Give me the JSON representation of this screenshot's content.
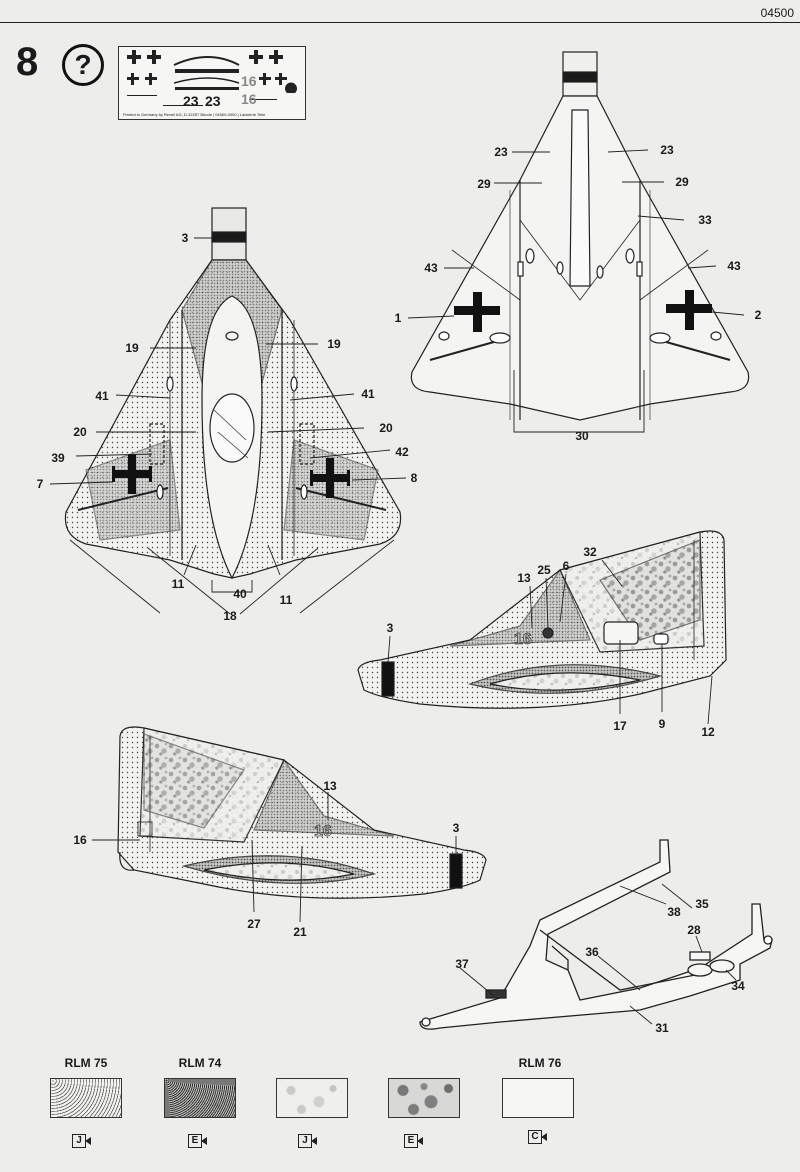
{
  "header": {
    "code": "04500",
    "step": "8",
    "help_symbol": "?"
  },
  "decal_sheet": {
    "numbers": [
      "23",
      "23",
      "16",
      "16"
    ],
    "footer": "Printed in Germany by Revell AG, D-32257 Bünde   |   04500-0000   |   Lackierte Teile"
  },
  "callouts": {
    "top_view": [
      "3",
      "19",
      "19",
      "41",
      "41",
      "20",
      "20",
      "39",
      "42",
      "7",
      "8",
      "11",
      "40",
      "11",
      "18"
    ],
    "bottom_view": [
      "23",
      "23",
      "29",
      "29",
      "33",
      "43",
      "43",
      "1",
      "2",
      "30"
    ],
    "right_side": [
      "32",
      "13",
      "25",
      "6",
      "3",
      "17",
      "9",
      "12"
    ],
    "left_side": [
      "13",
      "16",
      "3",
      "27",
      "21"
    ],
    "trolley": [
      "38",
      "35",
      "28",
      "36",
      "37",
      "34",
      "31"
    ]
  },
  "paint_legend": [
    {
      "label": "RLM 75",
      "code": "J",
      "pattern": "dots-light"
    },
    {
      "label": "RLM 74",
      "code": "E",
      "pattern": "dots-dense"
    },
    {
      "label": "",
      "code": "J",
      "pattern": "mottle-light"
    },
    {
      "label": "",
      "code": "E",
      "pattern": "mottle-dark"
    },
    {
      "label": "RLM 76",
      "code": "C",
      "pattern": "plain"
    }
  ],
  "colors": {
    "ink": "#1a1a1a",
    "paper": "#ededeb"
  }
}
